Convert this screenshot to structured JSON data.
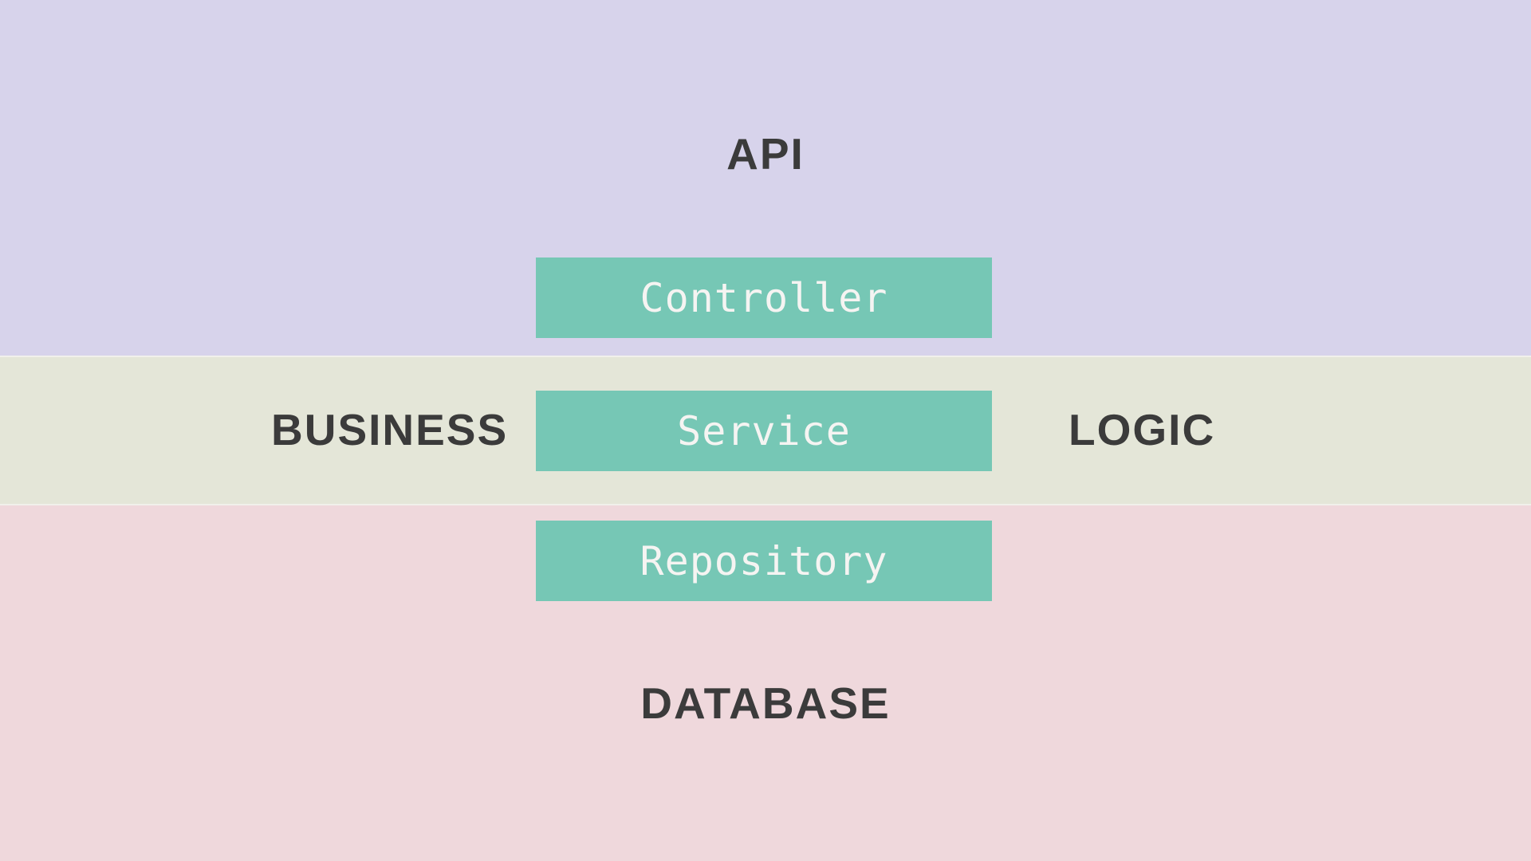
{
  "diagram": {
    "type": "layered-architecture",
    "layers": {
      "api": {
        "band_label": "API",
        "component_label": "Controller"
      },
      "business_logic": {
        "label_left": "BUSINESS",
        "label_right": "LOGIC",
        "component_label": "Service"
      },
      "database": {
        "band_label": "DATABASE",
        "component_label": "Repository"
      }
    },
    "colors": {
      "api_band": "#d7d3eb",
      "business_band": "#e4e6d8",
      "database_band": "#efd8dc",
      "component_box": "#76c7b5",
      "component_text": "#f5f4f2",
      "band_label_text": "#3b3b3b",
      "separator": "#f1f0eb"
    }
  }
}
